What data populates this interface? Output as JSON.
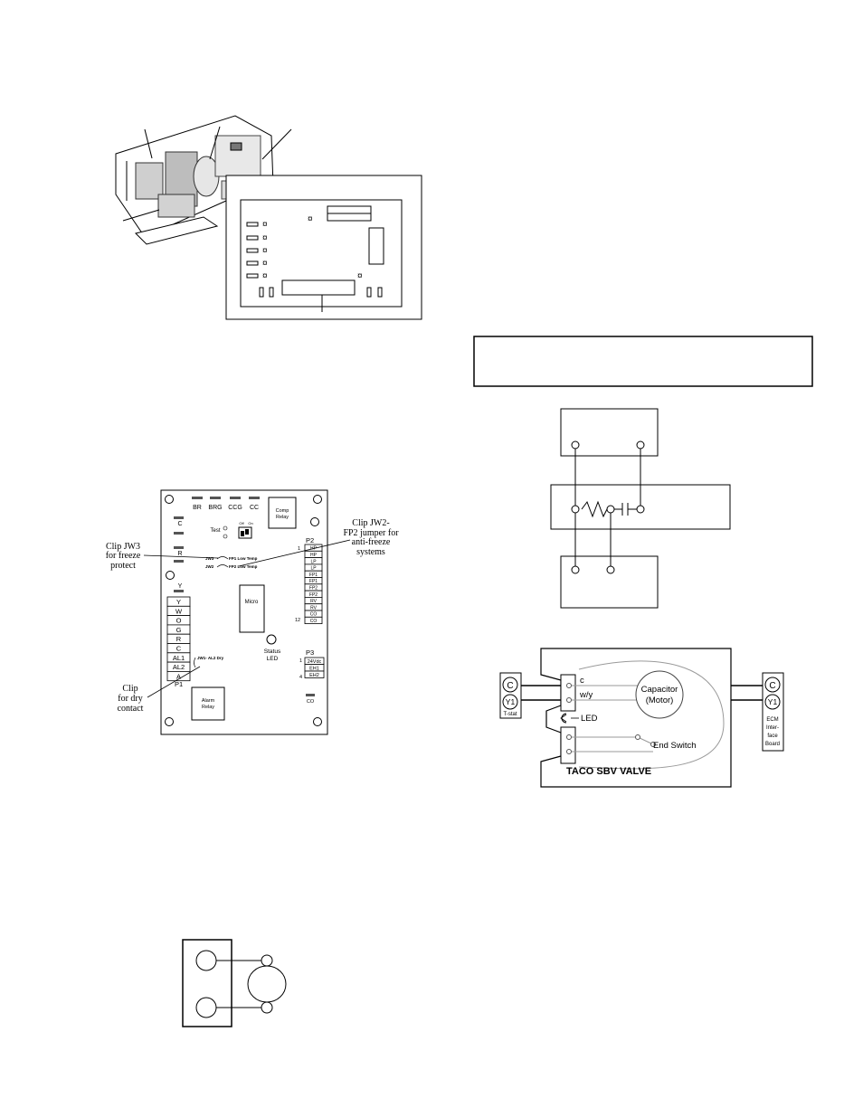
{
  "board": {
    "top_labels": [
      "BR",
      "BRG",
      "CCG",
      "CC"
    ],
    "comp_relay": [
      "Comp",
      "Relay"
    ],
    "left_labels": {
      "c": "C",
      "r": "R",
      "y": "Y"
    },
    "test": "Test",
    "switch_labels": [
      "Off",
      "On"
    ],
    "jw3": "JW3",
    "jw2": "JW2",
    "fp1_low_temp": "FP1 Low Temp",
    "fp2_low_temp": "FP2 Low Temp",
    "micro": "Micro",
    "status_led": [
      "Status",
      "LED"
    ],
    "p1": {
      "label": "P1",
      "terminals": [
        "Y",
        "W",
        "O",
        "G",
        "R",
        "C",
        "AL1",
        "AL2",
        "A"
      ]
    },
    "jw1": "JW1- AL2 Dry",
    "alarm_relay": [
      "Alarm",
      "Relay"
    ],
    "p2": {
      "label": "P2",
      "first": "1",
      "last": "12",
      "terminals": [
        "HP",
        "HP",
        "LP",
        "LP",
        "FP1",
        "FP1",
        "FP2",
        "FP2",
        "RV",
        "RV",
        "CO",
        "CO"
      ]
    },
    "p3": {
      "label": "P3",
      "first": "1",
      "last": "4",
      "terminals": [
        "24Vdc",
        "EH1",
        "EH2"
      ]
    },
    "co": "CO"
  },
  "callouts": {
    "jw3": [
      "Clip JW3",
      "for freeze",
      "protect"
    ],
    "jw2": [
      "Clip JW2-",
      "FP2 jumper for",
      "anti-freeze",
      "systems"
    ],
    "dry": [
      "Clip",
      "for dry",
      "contact"
    ]
  },
  "valve": {
    "title": "TACO SBV VALVE",
    "tstat": {
      "c": "C",
      "y1": "Y1",
      "label": "T-stat"
    },
    "ecm": {
      "c": "C",
      "y1": "Y1",
      "label": [
        "ECM",
        "Inter-",
        "face",
        "Board"
      ]
    },
    "wire_c": "c",
    "wire_wy": "w/y",
    "capacitor": [
      "Capacitor",
      "(Motor)"
    ],
    "led": "LED",
    "end_switch": "End Switch"
  },
  "colors": {
    "ink": "#000000",
    "grey_line": "#9a9a9a"
  }
}
